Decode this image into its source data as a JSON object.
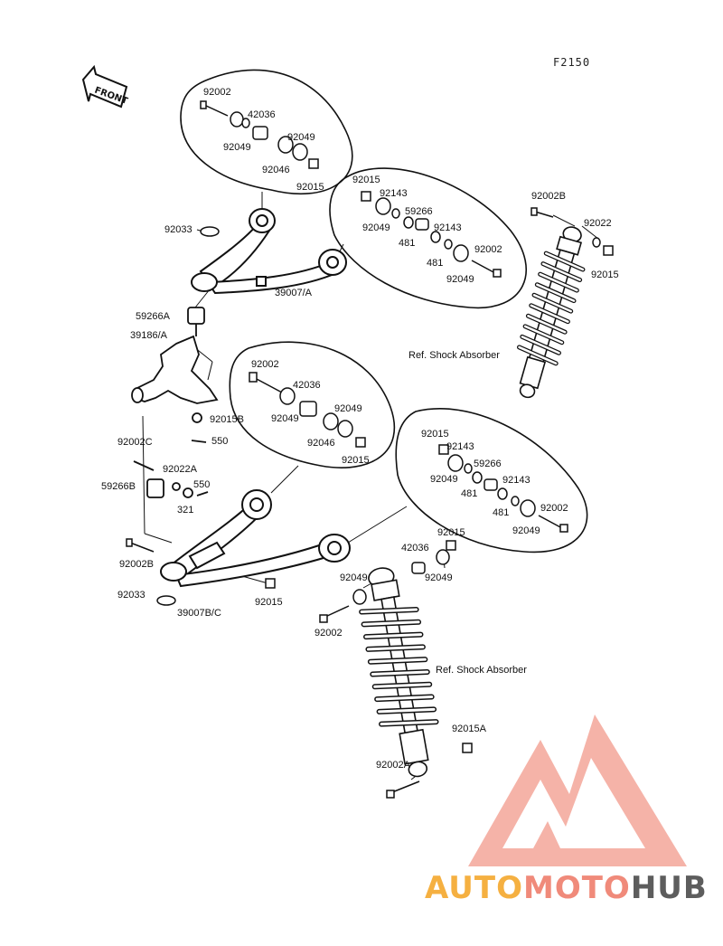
{
  "figure_code": "F2150",
  "front_label": "FRONT",
  "watermark": {
    "part1": "AUTO",
    "part2": "MOTO",
    "part3": "HUB"
  },
  "parts": {
    "p01": "92002",
    "p02": "42036",
    "p03": "92049",
    "p04": "92049",
    "p05": "92046",
    "p06": "92015",
    "p07": "92015",
    "p08": "92143",
    "p09": "59266",
    "p10": "92049",
    "p11": "481",
    "p12": "92143",
    "p13": "481",
    "p14": "92002",
    "p15": "92049",
    "p16": "92033",
    "p17": "39007/A",
    "p18": "59266A",
    "p19": "39186/A",
    "p20": "92015B",
    "p21": "550",
    "p22": "92002C",
    "p23": "92022A",
    "p24": "59266B",
    "p25": "550",
    "p26": "321",
    "p27": "92002B",
    "p28": "92033",
    "p29": "39007B/C",
    "p30": "92015",
    "p31": "92002",
    "p32": "42036",
    "p33": "92049",
    "p34": "92049",
    "p35": "92046",
    "p36": "92015",
    "p37": "92015",
    "p38": "92143",
    "p39": "59266",
    "p40": "92049",
    "p41": "481",
    "p42": "92143",
    "p43": "481",
    "p44": "92002",
    "p45": "92049",
    "p46": "92002B",
    "p47": "92022",
    "p48": "92015",
    "p49": "Ref. Shock Absorber",
    "p50": "92015",
    "p51": "42036",
    "p52": "92049",
    "p53": "92049",
    "p54": "92002",
    "p55": "Ref. Shock Absorber",
    "p56": "92015A",
    "p57": "92002A"
  }
}
